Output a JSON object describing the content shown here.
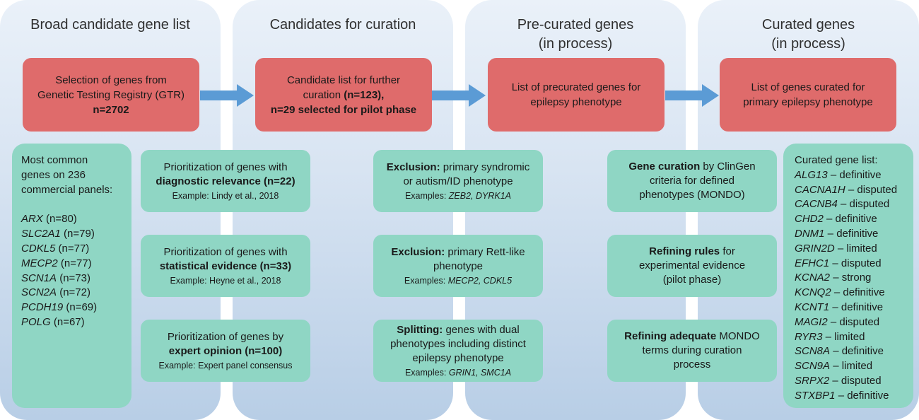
{
  "columns": [
    {
      "title": "Broad candidate gene list"
    },
    {
      "title": "Candidates for curation"
    },
    {
      "title": "Pre-curated genes\n(in process)"
    },
    {
      "title": "Curated genes\n(in process)"
    }
  ],
  "red_boxes": [
    {
      "line1": "Selection of genes from",
      "line2": "Genetic Testing Registry (GTR)",
      "line3": "n=2702"
    },
    {
      "line1": "Candidate list for further",
      "line2a": "curation ",
      "line2b": "(n=123),",
      "line3": "n=29 selected for pilot phase"
    },
    {
      "line1": "List of precurated genes for",
      "line2": "epilepsy phenotype"
    },
    {
      "line1": "List of genes curated for",
      "line2": "primary  epilepsy phenotype"
    }
  ],
  "common_genes": {
    "heading": [
      "Most common",
      "genes on 236",
      "commercial panels:"
    ],
    "genes": [
      {
        "gene": "ARX",
        "count": " (n=80)"
      },
      {
        "gene": "SLC2A1",
        "count": " (n=79)"
      },
      {
        "gene": "CDKL5",
        "count": " (n=77)"
      },
      {
        "gene": "MECP2",
        "count": " (n=77)"
      },
      {
        "gene": "SCN1A",
        "count": " (n=73)"
      },
      {
        "gene": "SCN2A",
        "count": " (n=72)"
      },
      {
        "gene": "PCDH19",
        "count": " (n=69)"
      },
      {
        "gene": "POLG",
        "count": " (n=67)"
      }
    ]
  },
  "prioritization": [
    {
      "l1": "Prioritization of genes with",
      "l2": "diagnostic relevance (n=22)",
      "ex": "Example: Lindy et al., 2018"
    },
    {
      "l1": "Prioritization of genes with",
      "l2": "statistical evidence (n=33)",
      "ex": "Example: Heyne et al., 2018"
    },
    {
      "l1": "Prioritization of genes by",
      "l2": "expert opinion (n=100)",
      "ex": "Example: Expert panel consensus"
    }
  ],
  "exclusion": [
    {
      "bold": "Exclusion:",
      "rest1": " primary syndromic",
      "l2": "or autism/ID phenotype",
      "ex_label": "Examples: ",
      "ex_genes": "ZEB2, DYRK1A"
    },
    {
      "bold": "Exclusion:",
      "rest1": " primary Rett-like",
      "l2": "phenotype",
      "ex_label": "Examples: ",
      "ex_genes": "MECP2, CDKL5"
    },
    {
      "bold": "Splitting:",
      "rest1": " genes with dual",
      "l2": "phenotypes including distinct",
      "l3": "epilepsy phenotype",
      "ex_label": "Examples: ",
      "ex_genes": "GRIN1, SMC1A"
    }
  ],
  "curation_steps": [
    {
      "bold": "Gene curation",
      "rest1": " by ClinGen",
      "l2": "criteria for defined",
      "l3": "phenotypes (MONDO)"
    },
    {
      "bold": "Refining rules",
      "rest1": " for",
      "l2": "experimental evidence",
      "l3": "(pilot phase)"
    },
    {
      "bold": "Refining adequate",
      "rest1": " MONDO",
      "l2": "terms during curation",
      "l3": "process"
    }
  ],
  "curated_list": {
    "heading": "Curated gene list:",
    "genes": [
      {
        "gene": "ALG13",
        "cls": " – definitive"
      },
      {
        "gene": "CACNA1H",
        "cls": " – disputed"
      },
      {
        "gene": "CACNB4",
        "cls": " – disputed"
      },
      {
        "gene": "CHD2",
        "cls": " – definitive"
      },
      {
        "gene": "DNM1",
        "cls": " – definitive"
      },
      {
        "gene": "GRIN2D",
        "cls": " – limited"
      },
      {
        "gene": "EFHC1",
        "cls": " – disputed"
      },
      {
        "gene": "KCNA2",
        "cls": " – strong"
      },
      {
        "gene": "KCNQ2",
        "cls": " – definitive"
      },
      {
        "gene": "KCNT1",
        "cls": " – definitive"
      },
      {
        "gene": "MAGI2",
        "cls": " – disputed"
      },
      {
        "gene": "RYR3",
        "cls": " – limited"
      },
      {
        "gene": "SCN8A",
        "cls": " – definitive"
      },
      {
        "gene": "SCN9A",
        "cls": " – limited"
      },
      {
        "gene": "SRPX2",
        "cls": " – disputed"
      },
      {
        "gene": "STXBP1",
        "cls": " – definitive"
      }
    ]
  },
  "colors": {
    "red": "#df6b6b",
    "teal": "#8fd6c4",
    "arrow": "#5b9bd5"
  }
}
